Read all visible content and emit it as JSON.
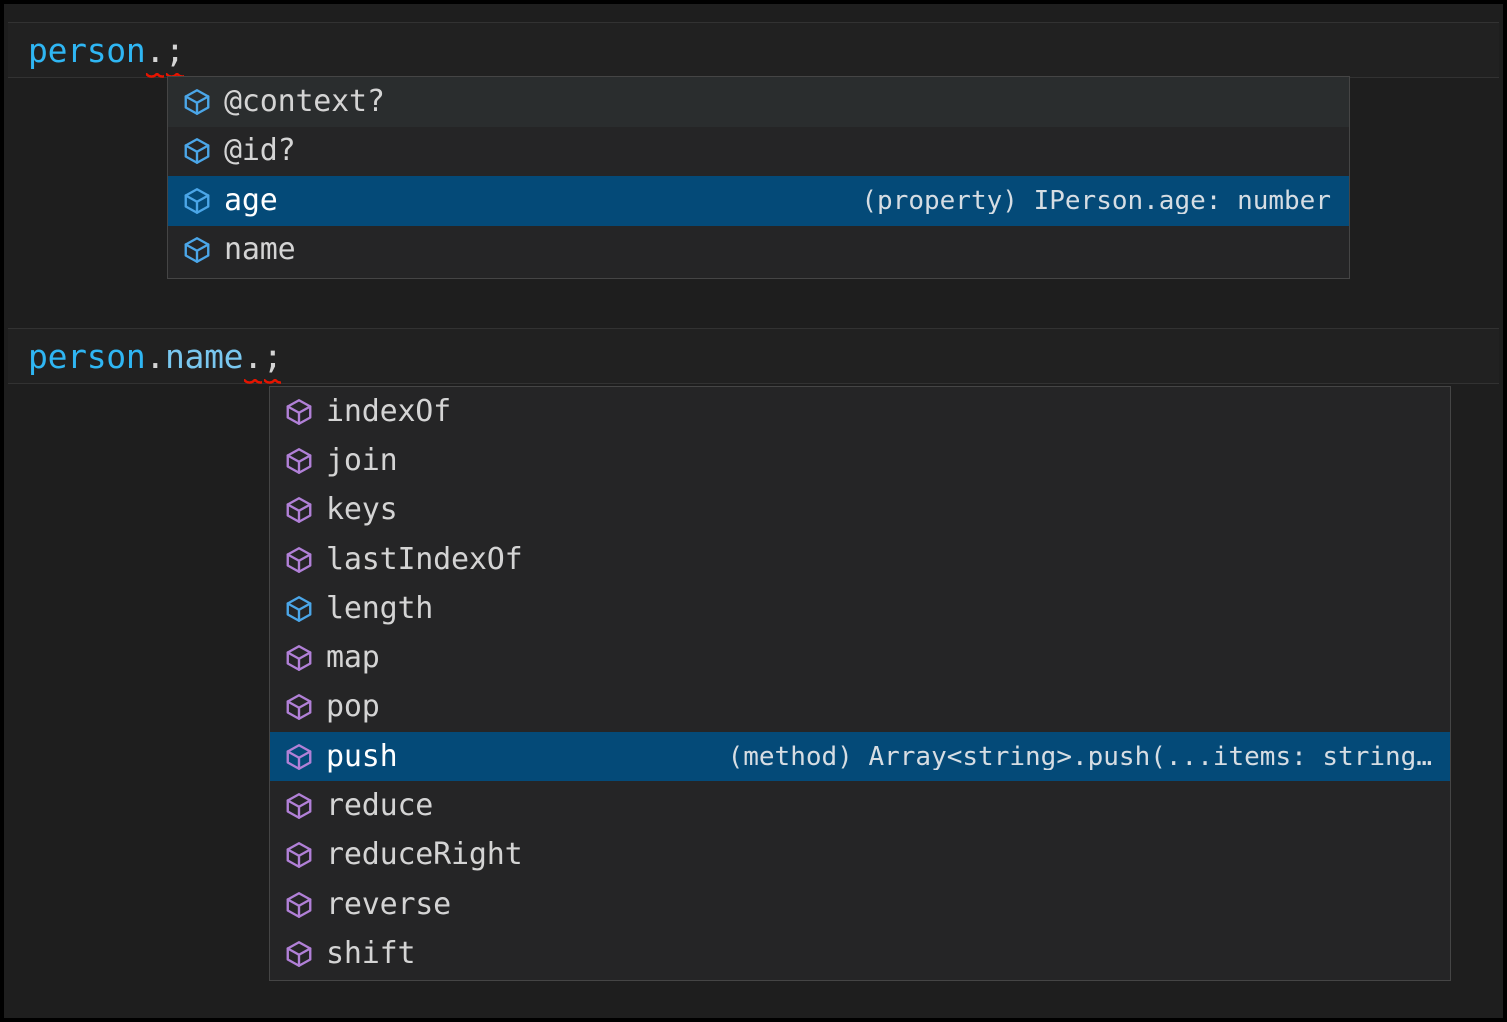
{
  "theme": {
    "editor_bg": "#1e1e1e",
    "popup_bg": "#252526",
    "popup_border": "#454545",
    "selection_bg": "#044a78",
    "hover_bg": "#2a2d2e",
    "text_fg": "#d4d4d4",
    "identifier_fg": "#2fb6f3",
    "property_fg": "#79c7ef",
    "error_squiggle": "#e51400",
    "icon_property": "#4ba6e8",
    "icon_method": "#b180d7"
  },
  "editor": {
    "lines": [
      {
        "id": "line-1",
        "tokens": [
          {
            "text": "person",
            "kind": "identifier"
          },
          {
            "text": ".",
            "kind": "punct",
            "error": true
          },
          {
            "text": ";",
            "kind": "punct",
            "error": true
          }
        ],
        "plain": "person.;"
      },
      {
        "id": "line-2",
        "tokens": [
          {
            "text": "person",
            "kind": "identifier"
          },
          {
            "text": ".",
            "kind": "punct"
          },
          {
            "text": "name",
            "kind": "property"
          },
          {
            "text": ".",
            "kind": "punct",
            "error": true
          },
          {
            "text": ";",
            "kind": "punct",
            "error": true
          }
        ],
        "plain": "person.name.;"
      }
    ]
  },
  "suggest_popups": [
    {
      "id": "popup-person-members",
      "anchor_line": "line-1",
      "items": [
        {
          "label": "@context?",
          "icon": "property-cube-icon",
          "icon_kind": "property",
          "detail": "",
          "state": "hovered"
        },
        {
          "label": "@id?",
          "icon": "property-cube-icon",
          "icon_kind": "property",
          "detail": "",
          "state": "normal"
        },
        {
          "label": "age",
          "icon": "property-cube-icon",
          "icon_kind": "property",
          "detail": "(property) IPerson.age: number",
          "state": "selected"
        },
        {
          "label": "name",
          "icon": "property-cube-icon",
          "icon_kind": "property",
          "detail": "",
          "state": "normal"
        }
      ]
    },
    {
      "id": "popup-array-members",
      "anchor_line": "line-2",
      "items": [
        {
          "label": "indexOf",
          "icon": "method-cube-icon",
          "icon_kind": "method",
          "detail": "",
          "state": "normal"
        },
        {
          "label": "join",
          "icon": "method-cube-icon",
          "icon_kind": "method",
          "detail": "",
          "state": "normal"
        },
        {
          "label": "keys",
          "icon": "method-cube-icon",
          "icon_kind": "method",
          "detail": "",
          "state": "normal"
        },
        {
          "label": "lastIndexOf",
          "icon": "method-cube-icon",
          "icon_kind": "method",
          "detail": "",
          "state": "normal"
        },
        {
          "label": "length",
          "icon": "property-cube-icon",
          "icon_kind": "property",
          "detail": "",
          "state": "normal"
        },
        {
          "label": "map",
          "icon": "method-cube-icon",
          "icon_kind": "method",
          "detail": "",
          "state": "normal"
        },
        {
          "label": "pop",
          "icon": "method-cube-icon",
          "icon_kind": "method",
          "detail": "",
          "state": "normal"
        },
        {
          "label": "push",
          "icon": "method-cube-icon",
          "icon_kind": "method",
          "detail": "(method) Array<string>.push(...items: string…",
          "state": "selected"
        },
        {
          "label": "reduce",
          "icon": "method-cube-icon",
          "icon_kind": "method",
          "detail": "",
          "state": "normal"
        },
        {
          "label": "reduceRight",
          "icon": "method-cube-icon",
          "icon_kind": "method",
          "detail": "",
          "state": "normal"
        },
        {
          "label": "reverse",
          "icon": "method-cube-icon",
          "icon_kind": "method",
          "detail": "",
          "state": "normal"
        },
        {
          "label": "shift",
          "icon": "method-cube-icon",
          "icon_kind": "method",
          "detail": "",
          "state": "normal"
        }
      ]
    }
  ]
}
